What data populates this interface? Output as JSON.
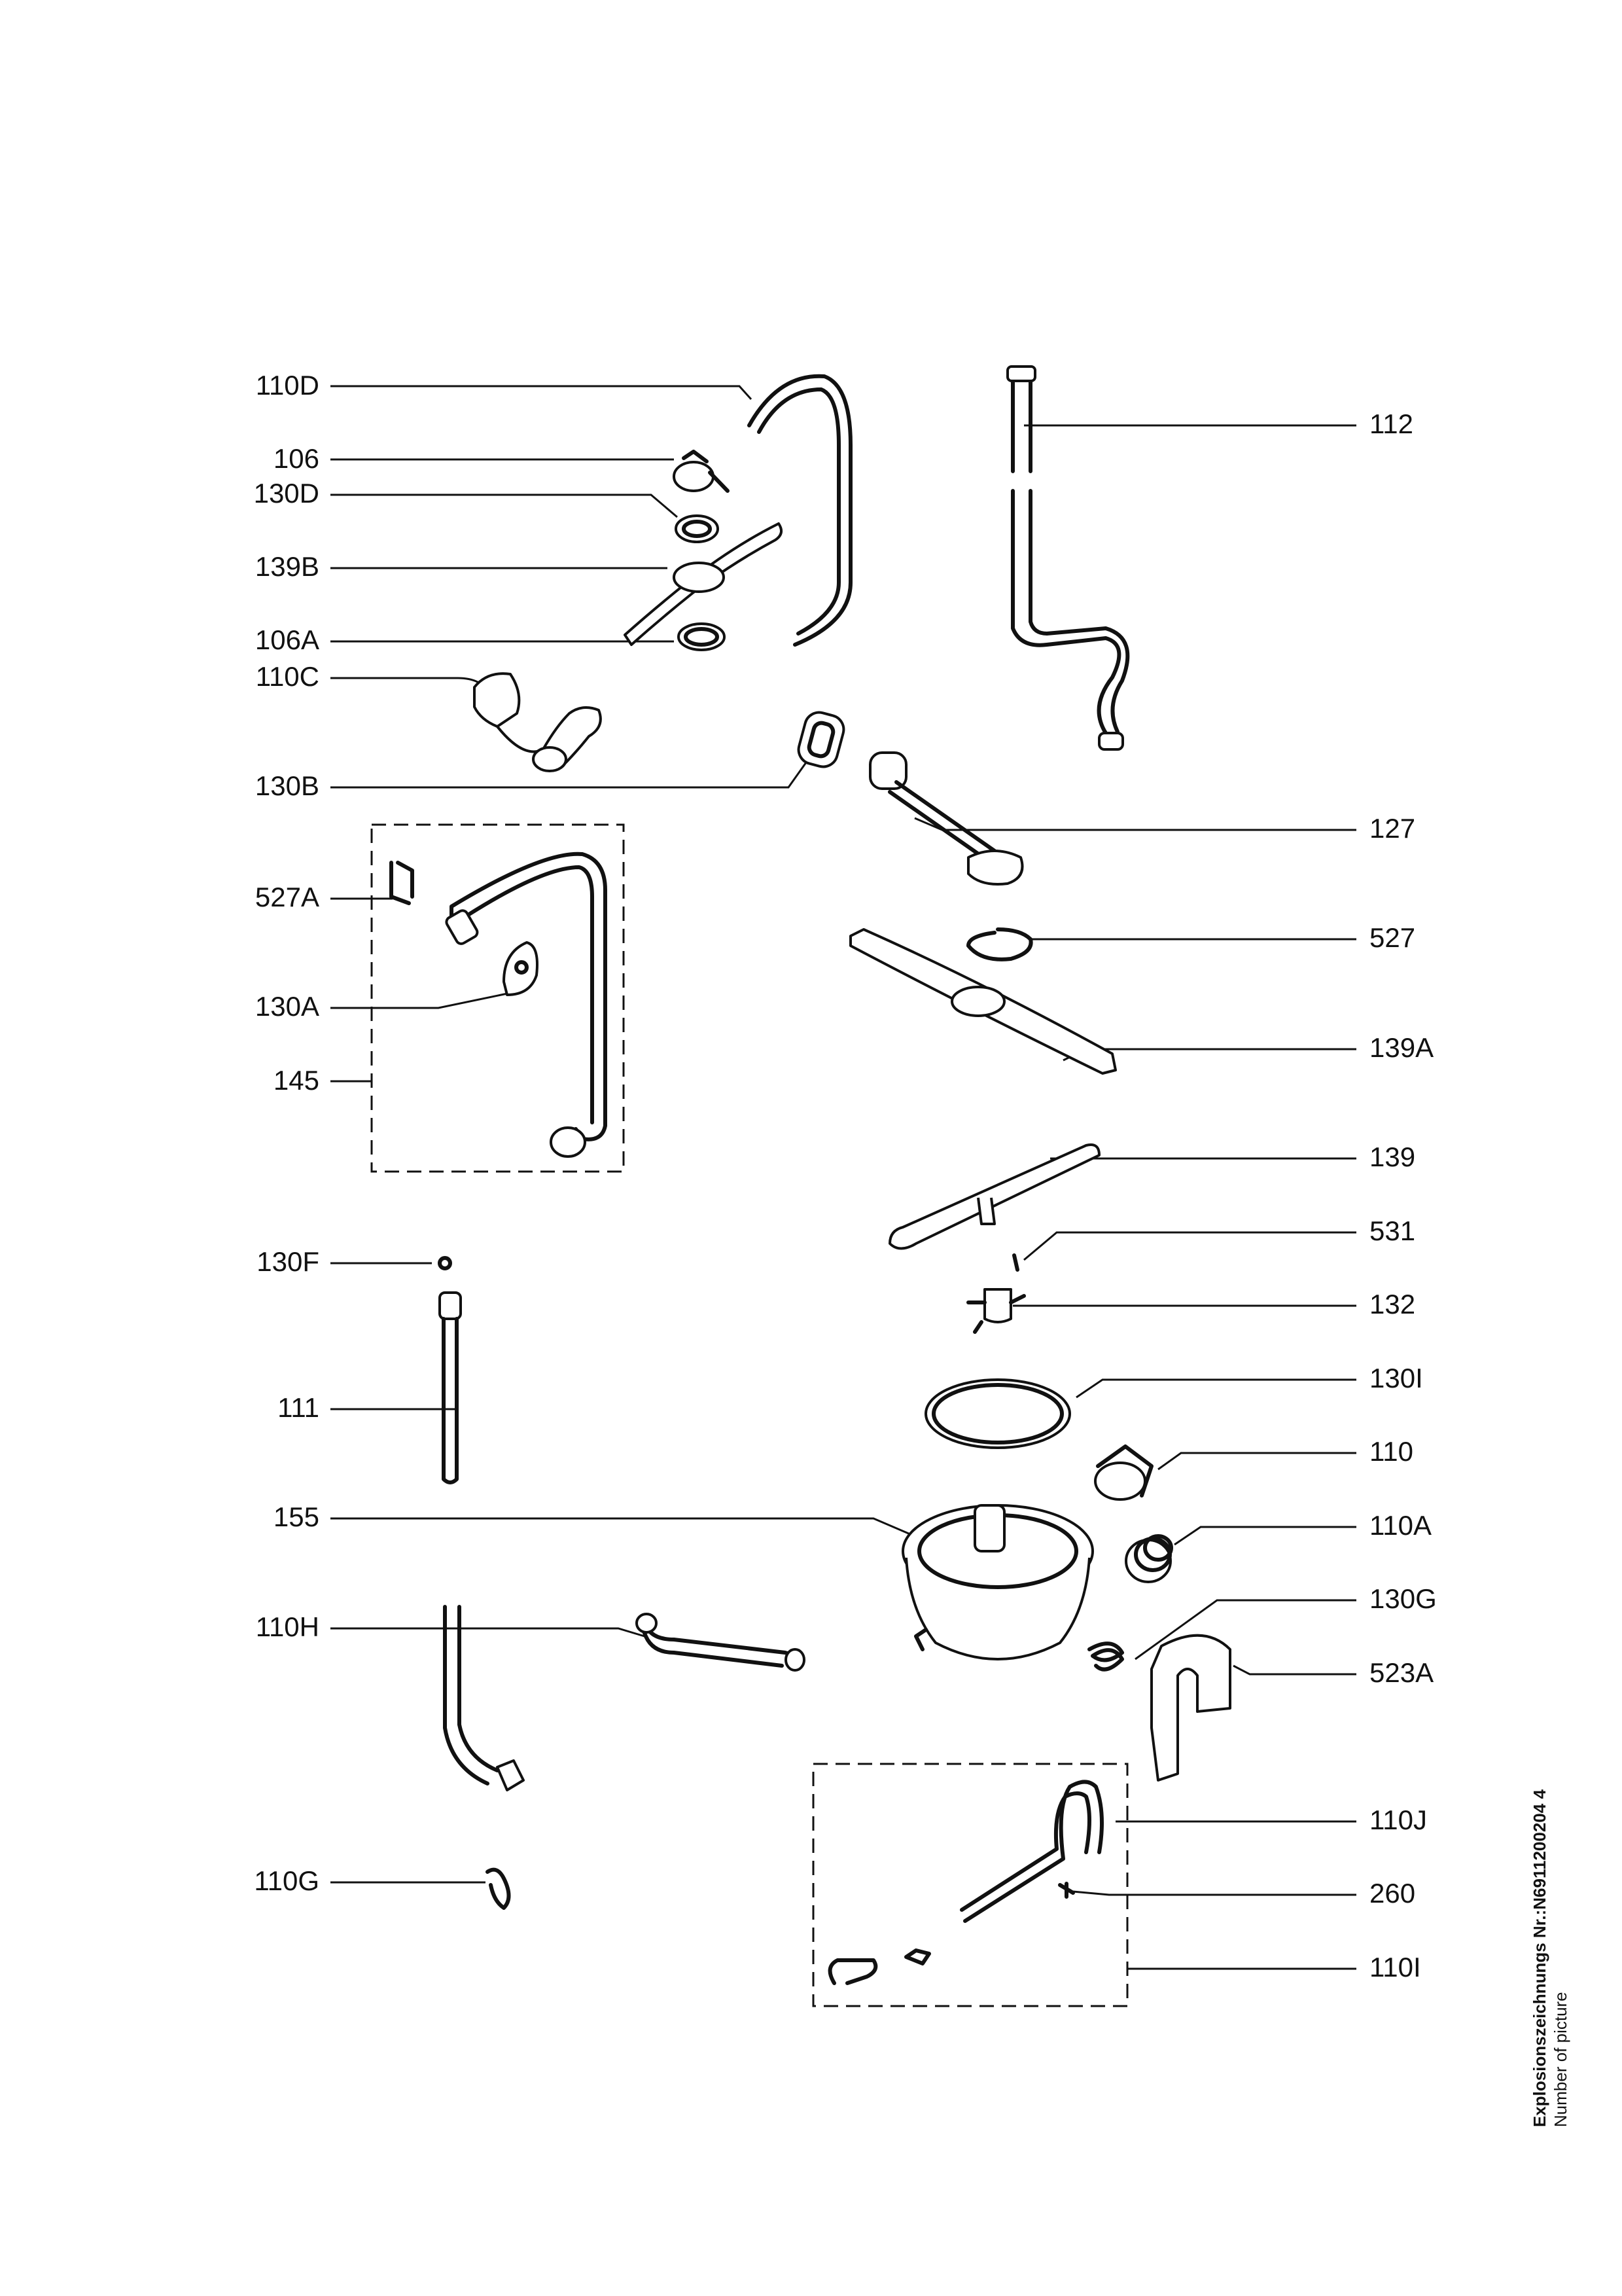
{
  "callouts_left": [
    "110D",
    "106",
    "130D",
    "139B",
    "106A",
    "110C",
    "130B",
    "527A",
    "130A",
    "145",
    "130F",
    "111",
    "155",
    "110H",
    "110G"
  ],
  "callouts_right": [
    "112",
    "127",
    "527",
    "139A",
    "139",
    "531",
    "132",
    "130I",
    "110",
    "110A",
    "130G",
    "523A",
    "110J",
    "260",
    "110I"
  ],
  "side_caption": {
    "line1": "Explosionszeichnungs  Nr.:N6911200204 4",
    "line2": "Number of picture"
  }
}
